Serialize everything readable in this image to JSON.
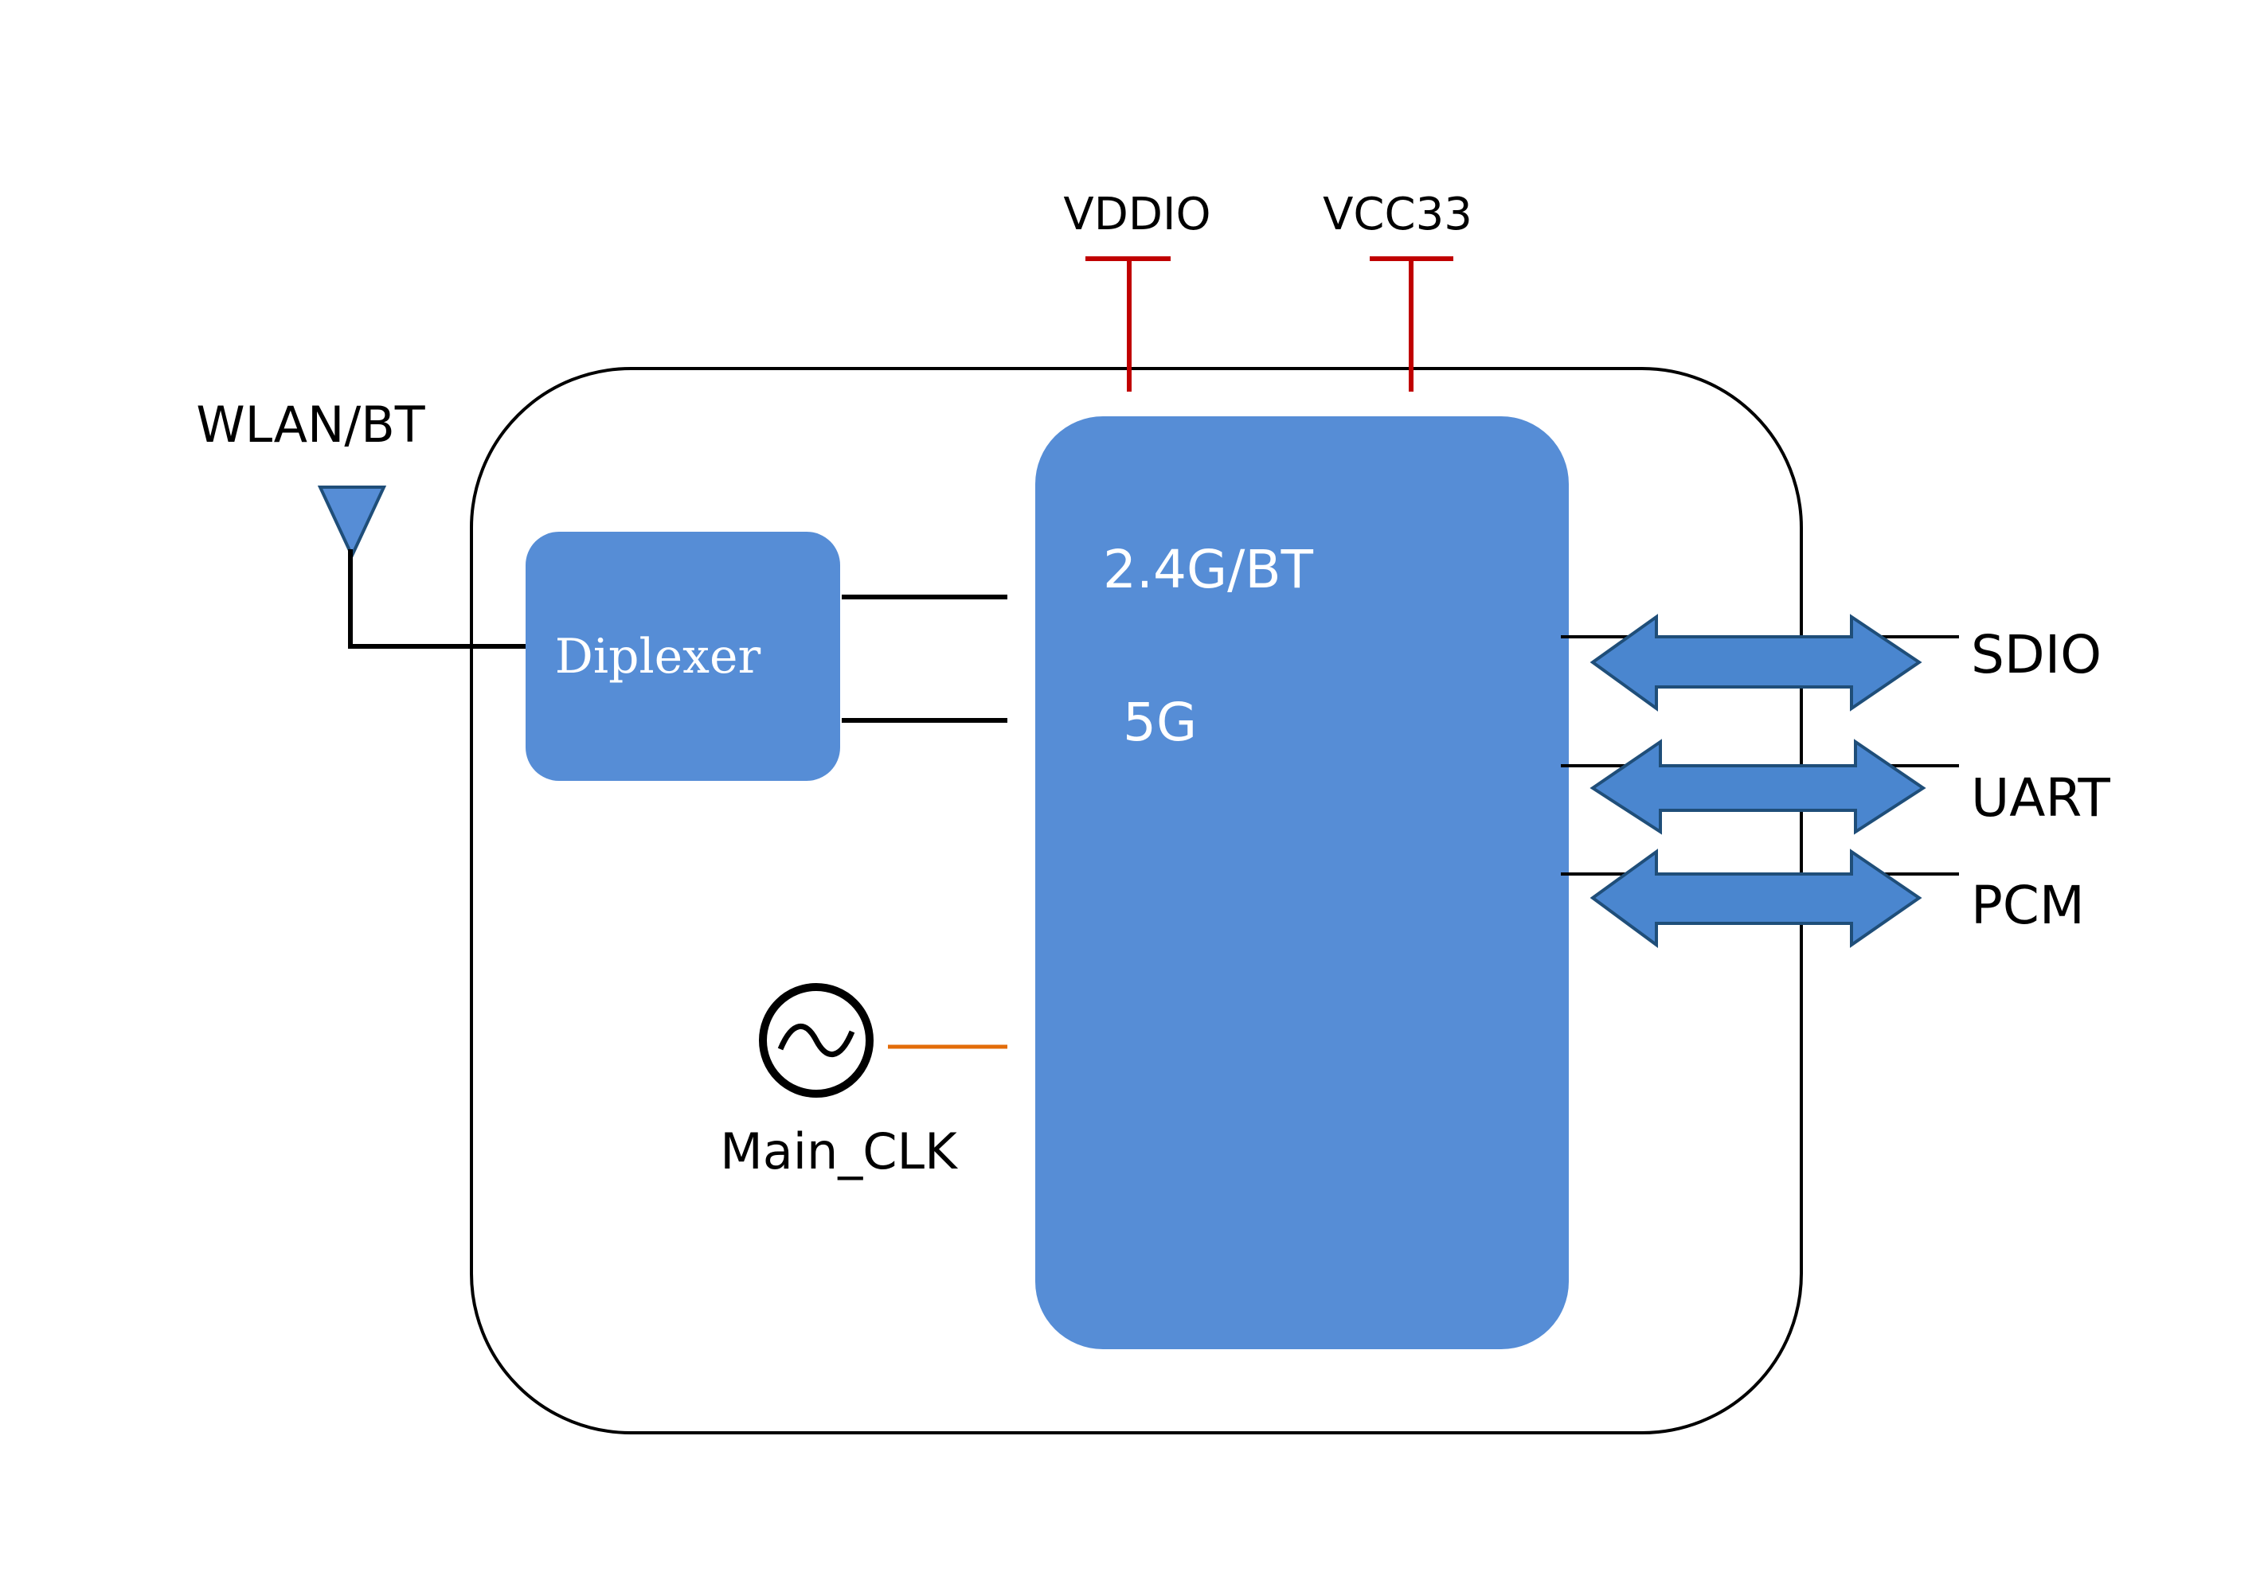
{
  "antenna": {
    "label": "WLAN/BT"
  },
  "diplexer": {
    "label": "Diplexer"
  },
  "chip": {
    "band_24_label": "2.4G/BT",
    "band_5_label": "5G"
  },
  "power": {
    "vddio_label": "VDDIO",
    "vcc33_label": "VCC33"
  },
  "clock": {
    "label": "Main_CLK"
  },
  "interfaces": [
    {
      "label": "SDIO"
    },
    {
      "label": "UART"
    },
    {
      "label": "PCM"
    }
  ],
  "colors": {
    "block_fill": "#568DD6",
    "arrow_fill": "#4A86CF",
    "arrow_stroke": "#1F4E79",
    "power_line": "#C00000",
    "clock_line": "#E36C09",
    "line": "#000000"
  }
}
